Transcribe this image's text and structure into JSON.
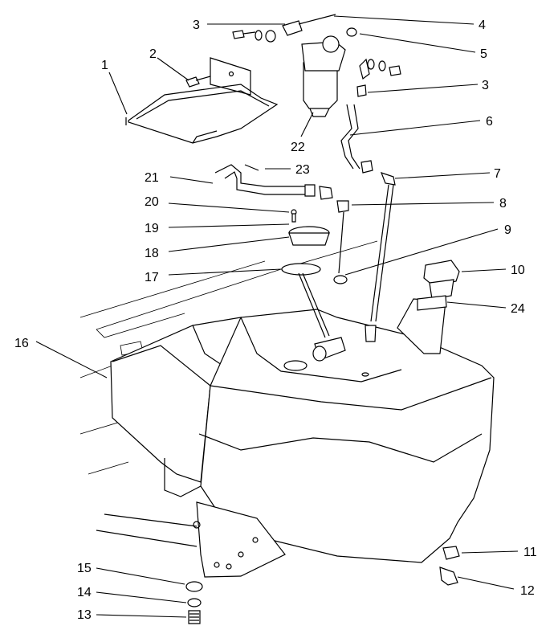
{
  "callouts": {
    "c1": "1",
    "c2": "2",
    "c3a": "3",
    "c3b": "3",
    "c4": "4",
    "c5": "5",
    "c6": "6",
    "c7": "7",
    "c8": "8",
    "c9": "9",
    "c10": "10",
    "c11": "11",
    "c12": "12",
    "c13": "13",
    "c14": "14",
    "c15": "15",
    "c16": "16",
    "c17": "17",
    "c18": "18",
    "c19": "19",
    "c20": "20",
    "c21": "21",
    "c22": "22",
    "c23": "23",
    "c24": "24"
  },
  "colors": {
    "line": "#000000",
    "background": "#ffffff"
  }
}
